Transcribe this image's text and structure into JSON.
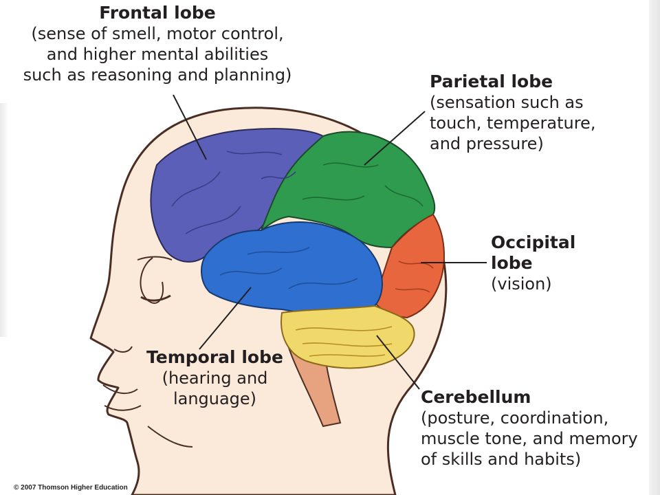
{
  "labels": {
    "frontal": {
      "title": "Frontal lobe",
      "lines": [
        "(sense of smell, motor control,",
        "and higher mental abilities",
        "such as reasoning and planning)"
      ]
    },
    "parietal": {
      "title": "Parietal lobe",
      "lines": [
        "(sensation such as",
        "touch, temperature,",
        "and pressure)"
      ]
    },
    "occipital": {
      "title_lines": [
        "Occipital",
        "lobe"
      ],
      "lines": [
        "(vision)"
      ]
    },
    "temporal": {
      "title": "Temporal lobe",
      "lines": [
        "(hearing and",
        "language)"
      ]
    },
    "cerebellum": {
      "title": "Cerebellum",
      "lines": [
        "(posture, coordination,",
        "muscle tone, and memory",
        "of skills and habits)"
      ]
    }
  },
  "colors": {
    "frontal": "#5b5fb8",
    "parietal": "#2e9b4f",
    "occipital": "#e8663e",
    "temporal": "#2f6fd0",
    "cerebellum": "#f1d86a",
    "skin": "#fbe9d9",
    "outline": "#4a2e23"
  },
  "copyright": "© 2007 Thomson Higher Education"
}
